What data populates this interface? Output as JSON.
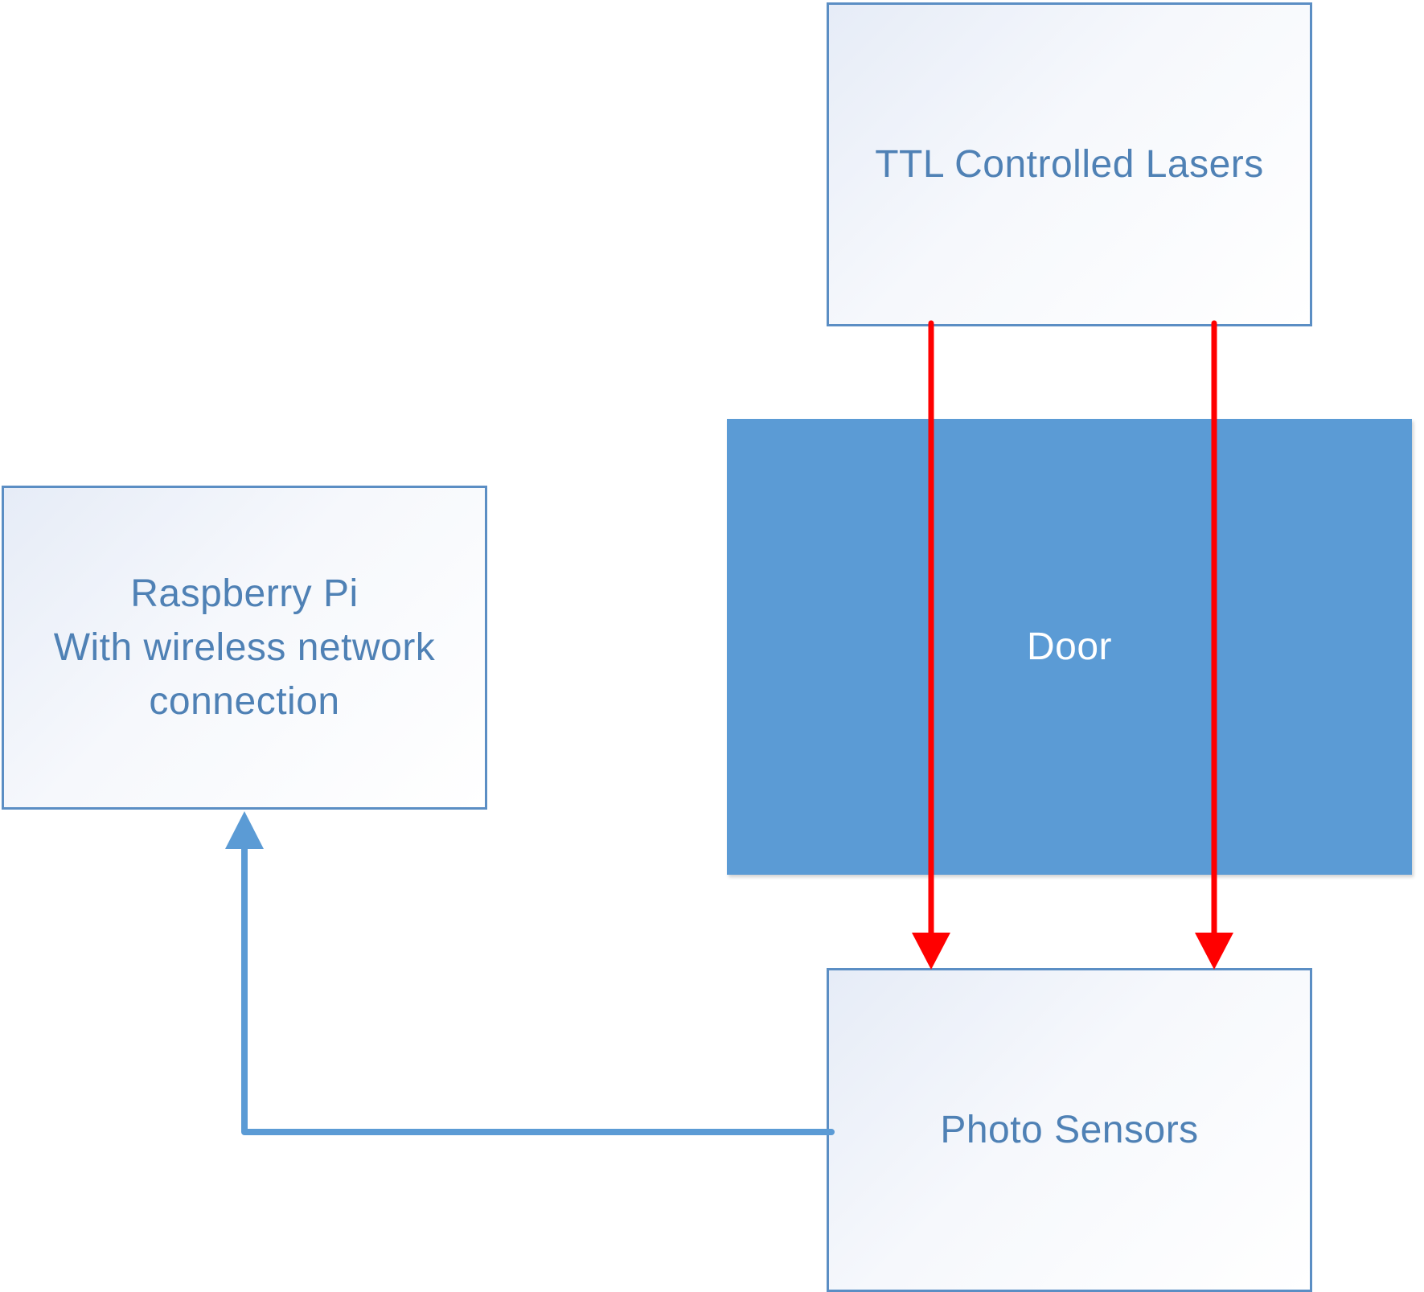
{
  "nodes": {
    "lasers": {
      "label": "TTL Controlled Lasers"
    },
    "door": {
      "label": "Door"
    },
    "sensors": {
      "label": "Photo Sensors"
    },
    "pi": {
      "lines": [
        "Raspberry Pi",
        "With wireless network",
        "connection"
      ]
    }
  },
  "edges": [
    {
      "from": "lasers",
      "to": "sensors",
      "kind": "laser-beam",
      "color": "#ff0000"
    },
    {
      "from": "lasers",
      "to": "sensors",
      "kind": "laser-beam",
      "color": "#ff0000"
    },
    {
      "from": "sensors",
      "to": "pi",
      "kind": "signal",
      "color": "#5b9bd5"
    }
  ],
  "colors": {
    "box_border": "#5b8ec4",
    "box_text": "#4f81b5",
    "door_fill": "#5b9bd5",
    "door_text": "#ffffff",
    "laser": "#ff0000",
    "signal": "#5b9bd5"
  }
}
